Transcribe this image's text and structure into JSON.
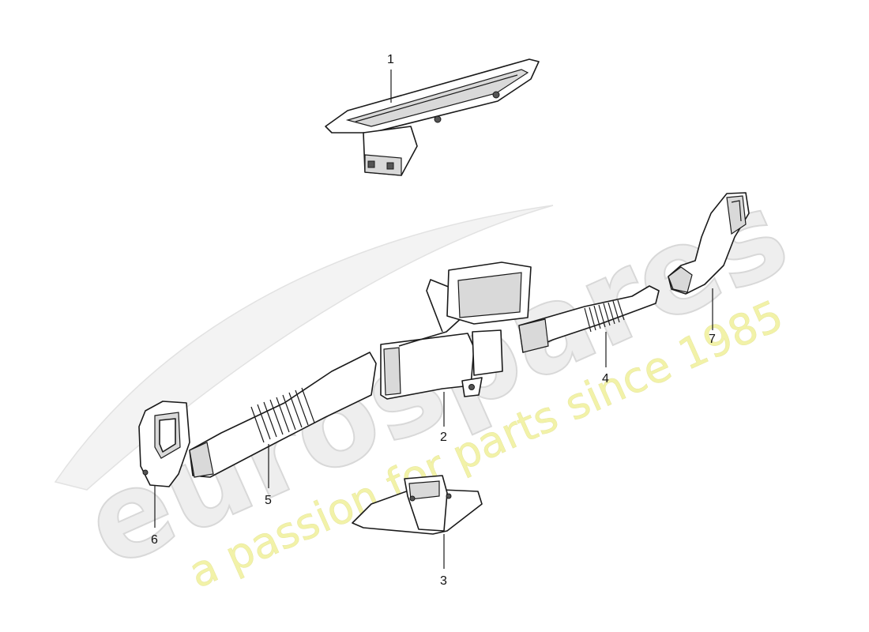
{
  "watermark": {
    "logo_text": "eurospares",
    "tagline": "a passion for parts since 1985"
  },
  "callouts": [
    {
      "id": "1",
      "label": "1"
    },
    {
      "id": "2",
      "label": "2"
    },
    {
      "id": "3",
      "label": "3"
    },
    {
      "id": "4",
      "label": "4"
    },
    {
      "id": "5",
      "label": "5"
    },
    {
      "id": "6",
      "label": "6"
    },
    {
      "id": "7",
      "label": "7"
    }
  ],
  "colors": {
    "line": "#1a1a1a",
    "watermark_logo": "#eeeeee",
    "watermark_tagline": "#f2f2a8",
    "background": "#ffffff"
  }
}
